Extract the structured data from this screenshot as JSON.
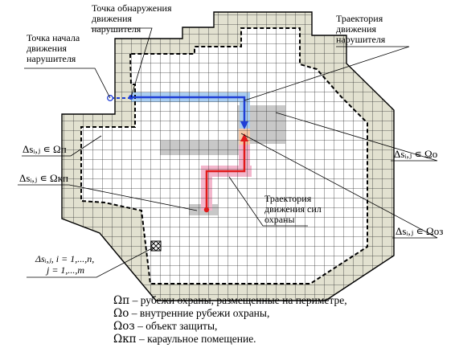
{
  "labels": {
    "detection_point": [
      "Точка обнаружения",
      "движения",
      "нарушителя"
    ],
    "start_point": [
      "Точка начала",
      "движения",
      "нарушителя"
    ],
    "intruder_trajectory": [
      "Траектория",
      "движения",
      "нарушителя"
    ],
    "guard_trajectory": [
      "Траектория",
      "движения сил",
      "охраны"
    ],
    "omega_p": "Δsᵢ,ⱼ ∊ Ωп",
    "omega_kp": "Δsᵢ,ⱼ ∊ Ωкп",
    "omega_o": "Δsᵢ,ⱼ ∊ Ωо",
    "omega_oz": "Δsᵢ,ⱼ ∊ Ωоз",
    "index_line1": "Δsᵢ,ⱼ, i = 1,...,n,",
    "index_line2": "j = 1,...,m"
  },
  "legend": [
    {
      "symbol": "Ωп",
      "text": " – рубежи охраны, размещенные на периметре,"
    },
    {
      "symbol": "Ωо",
      "text": " – внутренние рубежи охраны,"
    },
    {
      "symbol": "Ωоз",
      "text": " – объект защиты,"
    },
    {
      "symbol": "Ωкп",
      "text": " – караульное помещение."
    }
  ],
  "colors": {
    "perimeter_fill": "#e2e1d0",
    "inner_zone_fill": "#c8c8c8",
    "intruder_path": "#1f3fd6",
    "intruder_glow": "#a9cdf0",
    "guard_path": "#e01a1a",
    "guard_glow": "#f3b6cc",
    "grid_line": "#333333"
  },
  "icons": {
    "start_marker": "open-circle",
    "detection_marker": "filled-circle",
    "guard_marker": "filled-red-circle",
    "guard_room_marker": "cross-hatch-cell"
  }
}
